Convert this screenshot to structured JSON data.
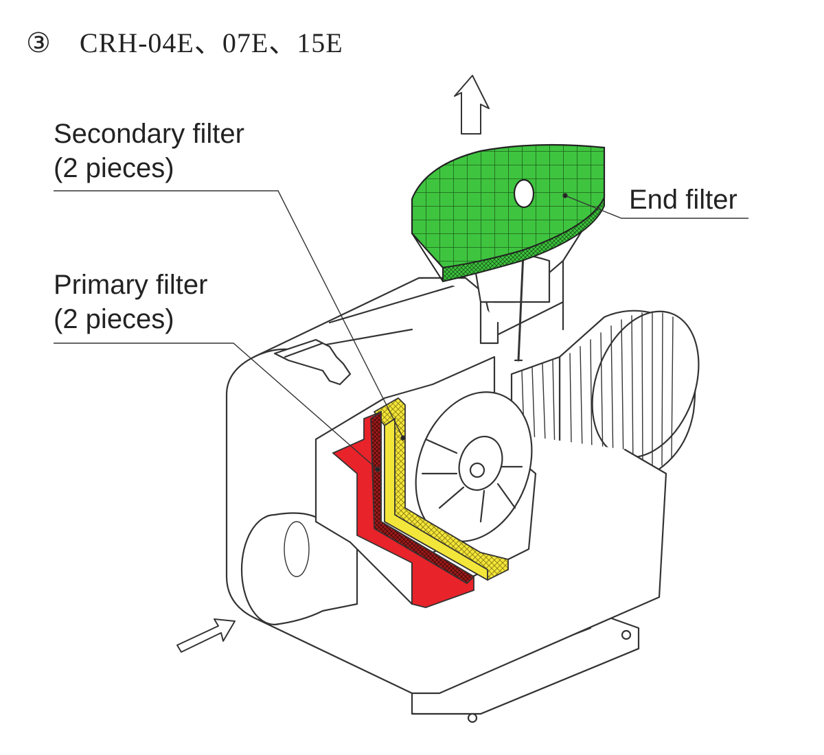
{
  "title": "③　CRH-04E、07E、15E",
  "labels": {
    "secondary_filter_line1": "Secondary filter",
    "secondary_filter_line2": "(2 pieces)",
    "primary_filter_line1": "Primary filter",
    "primary_filter_line2": "(2 pieces)",
    "end_filter": "End filter"
  },
  "colors": {
    "end_filter": "#3fc43f",
    "secondary_filter": "#f3e63a",
    "primary_filter": "#e8232a",
    "line": "#333333",
    "background": "#ffffff"
  },
  "icons": [
    "airflow-inlet-arrow-icon",
    "airflow-outlet-arrow-icon"
  ]
}
